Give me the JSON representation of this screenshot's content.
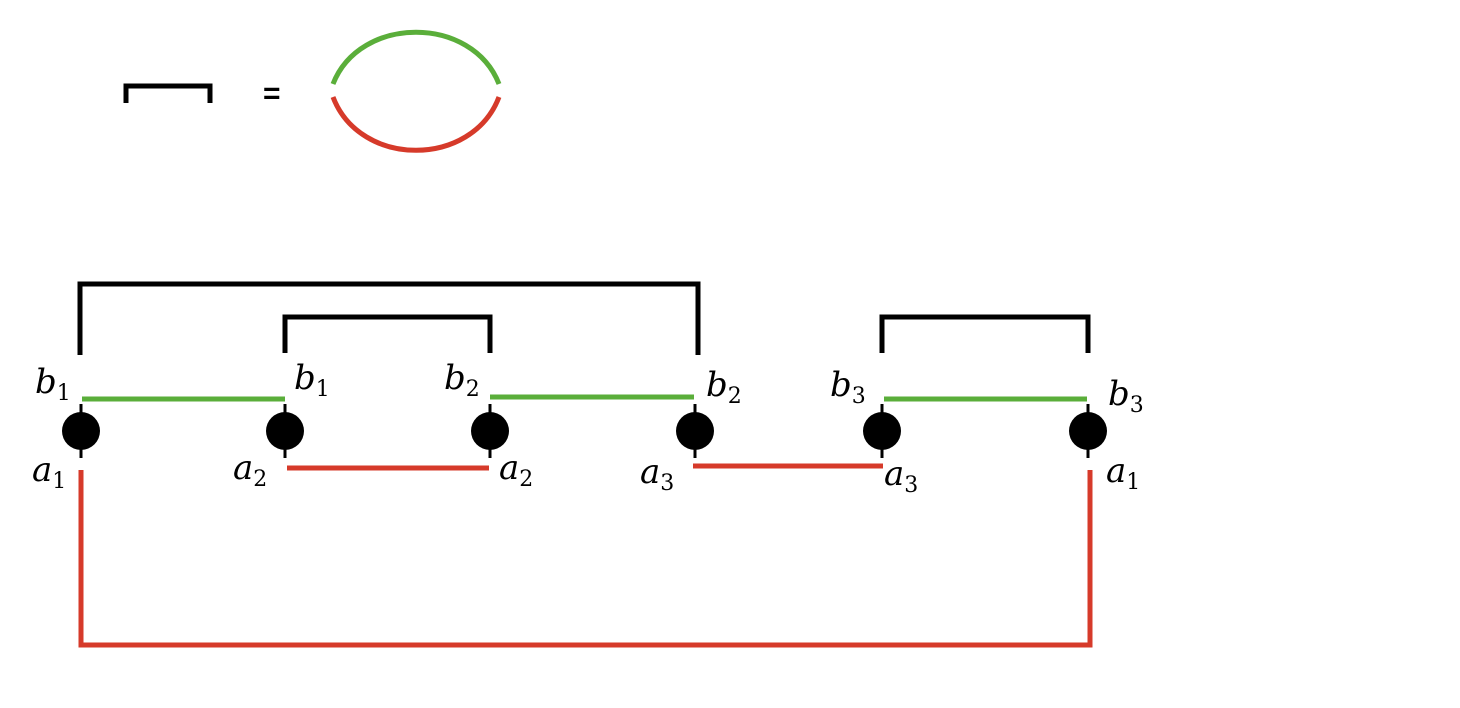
{
  "colors": {
    "bracket": "#000000",
    "green": "#5aae3a",
    "red": "#d63a2a",
    "vertex": "#000000"
  },
  "legend": {
    "equals_sign": "=",
    "bracket_icon": "contraction-bracket-icon",
    "loop_icon": "green-red-loop-icon"
  },
  "vertices": [
    {
      "top": {
        "base": "b",
        "sub": "1"
      },
      "bottom": {
        "base": "a",
        "sub": "1"
      }
    },
    {
      "top": {
        "base": "b",
        "sub": "1"
      },
      "bottom": {
        "base": "a",
        "sub": "2"
      }
    },
    {
      "top": {
        "base": "b",
        "sub": "2"
      },
      "bottom": {
        "base": "a",
        "sub": "2"
      }
    },
    {
      "top": {
        "base": "b",
        "sub": "2"
      },
      "bottom": {
        "base": "a",
        "sub": "3"
      }
    },
    {
      "top": {
        "base": "b",
        "sub": "3"
      },
      "bottom": {
        "base": "a",
        "sub": "3"
      }
    },
    {
      "top": {
        "base": "b",
        "sub": "3"
      },
      "bottom": {
        "base": "a",
        "sub": "1"
      }
    }
  ],
  "brackets": [
    {
      "from": 1,
      "to": 4
    },
    {
      "from": 2,
      "to": 3
    },
    {
      "from": 5,
      "to": 6
    }
  ],
  "green_links": [
    {
      "from": 1,
      "to": 2
    },
    {
      "from": 3,
      "to": 4
    },
    {
      "from": 5,
      "to": 6
    }
  ],
  "red_links": [
    {
      "from": 2,
      "to": 3
    },
    {
      "from": 4,
      "to": 5
    },
    {
      "from": 1,
      "to": 6
    }
  ]
}
